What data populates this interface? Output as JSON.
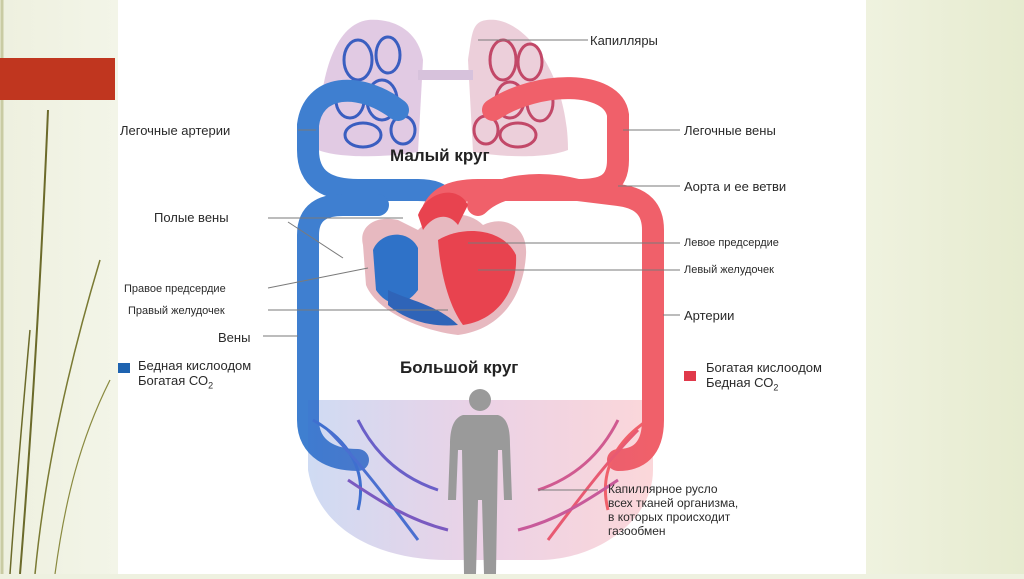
{
  "labels": {
    "capillaries": "Капилляры",
    "pulmonary_arteries": "Легочные артерии",
    "pulmonary_veins": "Легочные вены",
    "small_circle": "Малый круг",
    "aorta": "Аорта и ее ветви",
    "venae_cavae": "Полые вены",
    "left_atrium": "Левое предсердие",
    "left_ventricle": "Левый желудочек",
    "right_atrium": "Правое предсердие",
    "right_ventricle": "Правый желудочек",
    "arteries": "Артерии",
    "veins": "Вены",
    "big_circle": "Большой круг"
  },
  "legend": {
    "poor": {
      "line1": "Бедная кислоодом",
      "line2_prefix": "Богатая СО",
      "line2_sub": "2",
      "color": "#1e63b0"
    },
    "rich": {
      "line1": "Богатая кислоодом",
      "line2_prefix": "Бедная СО",
      "line2_sub": "2",
      "color": "#e0394a"
    }
  },
  "capillary_bed": {
    "line1": "Капиллярное русло",
    "line2": "всех тканей организма,",
    "line3": "в которых происходит",
    "line4": "газообмен"
  },
  "colors": {
    "venous": "#3f7fd0",
    "arterial": "#f0606a",
    "slide_bg": "#ffffff",
    "accent_tab": "#c0361f"
  }
}
